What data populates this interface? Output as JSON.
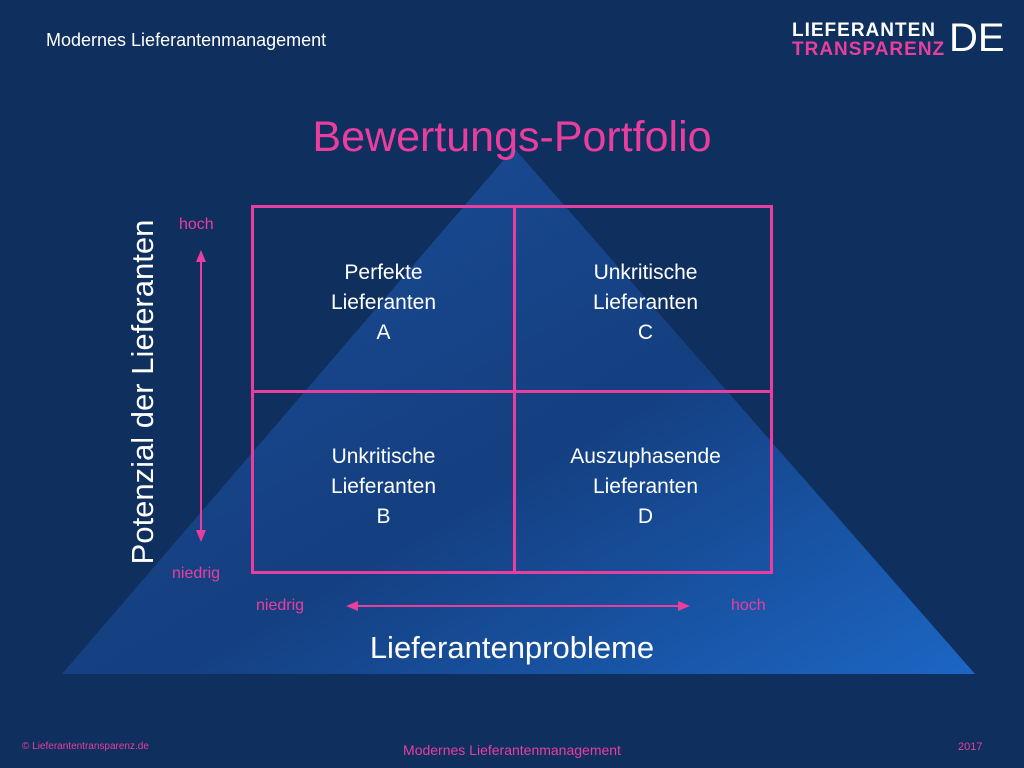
{
  "header": {
    "title": "Modernes Lieferantenmanagement",
    "logo": {
      "line1": "LIEFERANTEN",
      "line2": "TRANSPARENZ",
      "suffix": "DE"
    }
  },
  "diagram": {
    "title": "Bewertungs-Portfolio",
    "y_axis": {
      "title": "Potenzial der Lieferanten",
      "high": "hoch",
      "low": "niedrig"
    },
    "x_axis": {
      "title": "Lieferantenprobleme",
      "low": "niedrig",
      "high": "hoch"
    },
    "cells": {
      "top_left": {
        "line1": "Perfekte",
        "line2": "Lieferanten",
        "letter": "A"
      },
      "top_right": {
        "line1": "Unkritische",
        "line2": "Lieferanten",
        "letter": "C"
      },
      "bottom_left": {
        "line1": "Unkritische",
        "line2": "Lieferanten",
        "letter": "B"
      },
      "bottom_right": {
        "line1": "Auszuphasende",
        "line2": "Lieferanten",
        "letter": "D"
      }
    }
  },
  "footer": {
    "copyright": "© Lieferantentransparenz.de",
    "center": "Modernes Lieferantenmanagement",
    "year": "2017"
  },
  "colors": {
    "background": "#0f2f5e",
    "accent": "#ea3e9e",
    "pyramid": "#1a5dc0"
  }
}
